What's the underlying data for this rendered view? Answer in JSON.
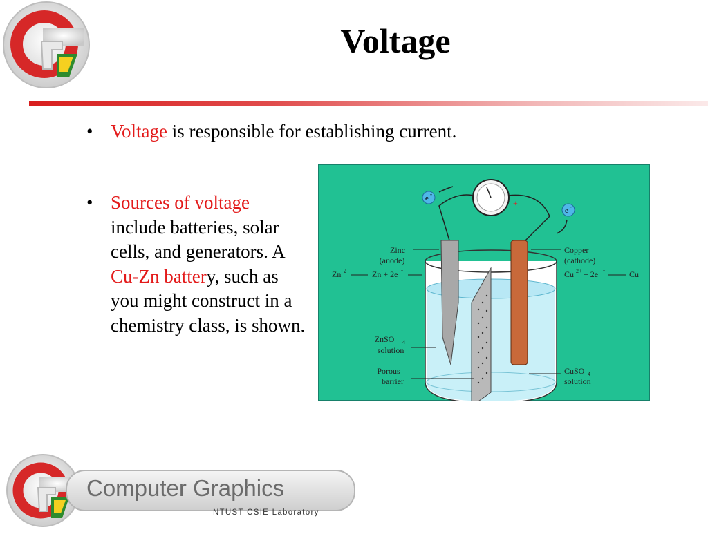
{
  "slide": {
    "title": "Voltage",
    "bullets": [
      {
        "highlight": "Voltage",
        "text": " is responsible for establishing current."
      },
      {
        "highlight": "Sources of voltage",
        "text1": " include batteries, solar cells, and generators. A ",
        "highlight2a": "Cu-Zn batter",
        "text2": "y, such as you might construct in a chemistry class, is shown."
      }
    ]
  },
  "diagram": {
    "zinc_label": "Zinc",
    "anode_label": "(anode)",
    "copper_label": "Copper",
    "cathode_label": "(cathode)",
    "zn_ion": "Zn",
    "zn_ion_charge": "2+",
    "zn_product": "Zn + 2e",
    "cu_ion": "Cu",
    "cu_ion_charge": "2+",
    "cu_reactant": " + 2e",
    "cu_product": "Cu",
    "electron_minus": "-",
    "electron_left": "e",
    "electron_right": "e",
    "plus_sign": "+",
    "znso4_label": "ZnSO",
    "znso4_sub": "4",
    "znso4_solution": "solution",
    "porous_label": "Porous",
    "barrier_label": "barrier",
    "cuso4_label": "CuSO",
    "cuso4_sub": "4",
    "cuso4_solution": "solution",
    "colors": {
      "background": "#21c193",
      "solution": "#c9f0f8",
      "zinc": "#a8a8a8",
      "copper": "#c8693a"
    }
  },
  "footer": {
    "brand": "Computer Graphics",
    "lab": "NTUST CSIE Laboratory"
  },
  "colors": {
    "accent": "#e31a1a",
    "divider": "#d81e1e"
  }
}
